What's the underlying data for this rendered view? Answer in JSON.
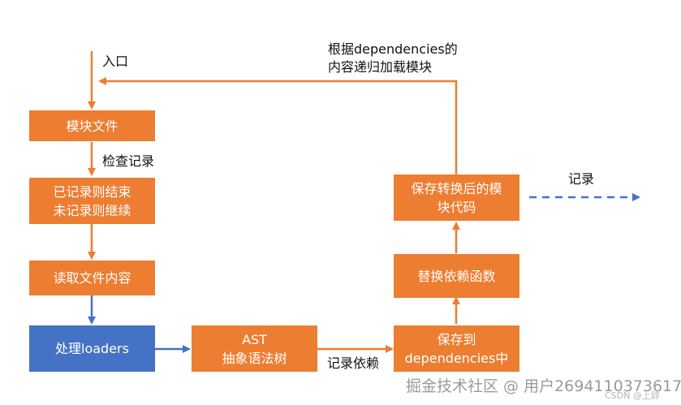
{
  "nodes": {
    "module_file": "模块文件",
    "record_check": [
      "已记录则结束",
      "未记录则继续"
    ],
    "read_content": "读取文件内容",
    "loaders": "处理loaders",
    "ast": [
      "AST",
      "抽象语法树"
    ],
    "save_deps": [
      "保存到",
      "dependencies中"
    ],
    "replace_fn": "替换依赖函数",
    "save_code": [
      "保存转换后的模",
      "块代码"
    ]
  },
  "labels": {
    "entry": "入口",
    "check_record": "检查记录",
    "record_deps": "记录依赖",
    "record": "记录",
    "recursive": [
      "根据dependencies的",
      "内容递归加载模块"
    ]
  },
  "colors": {
    "orange": "#ed7d31",
    "blue": "#4472c4",
    "arrow_blue": "#4472c4",
    "dashed": "#4472c4"
  },
  "watermark": {
    "main": "掘金技术社区 @ 用户2694110373617",
    "sub": "CSDN @上辞"
  }
}
